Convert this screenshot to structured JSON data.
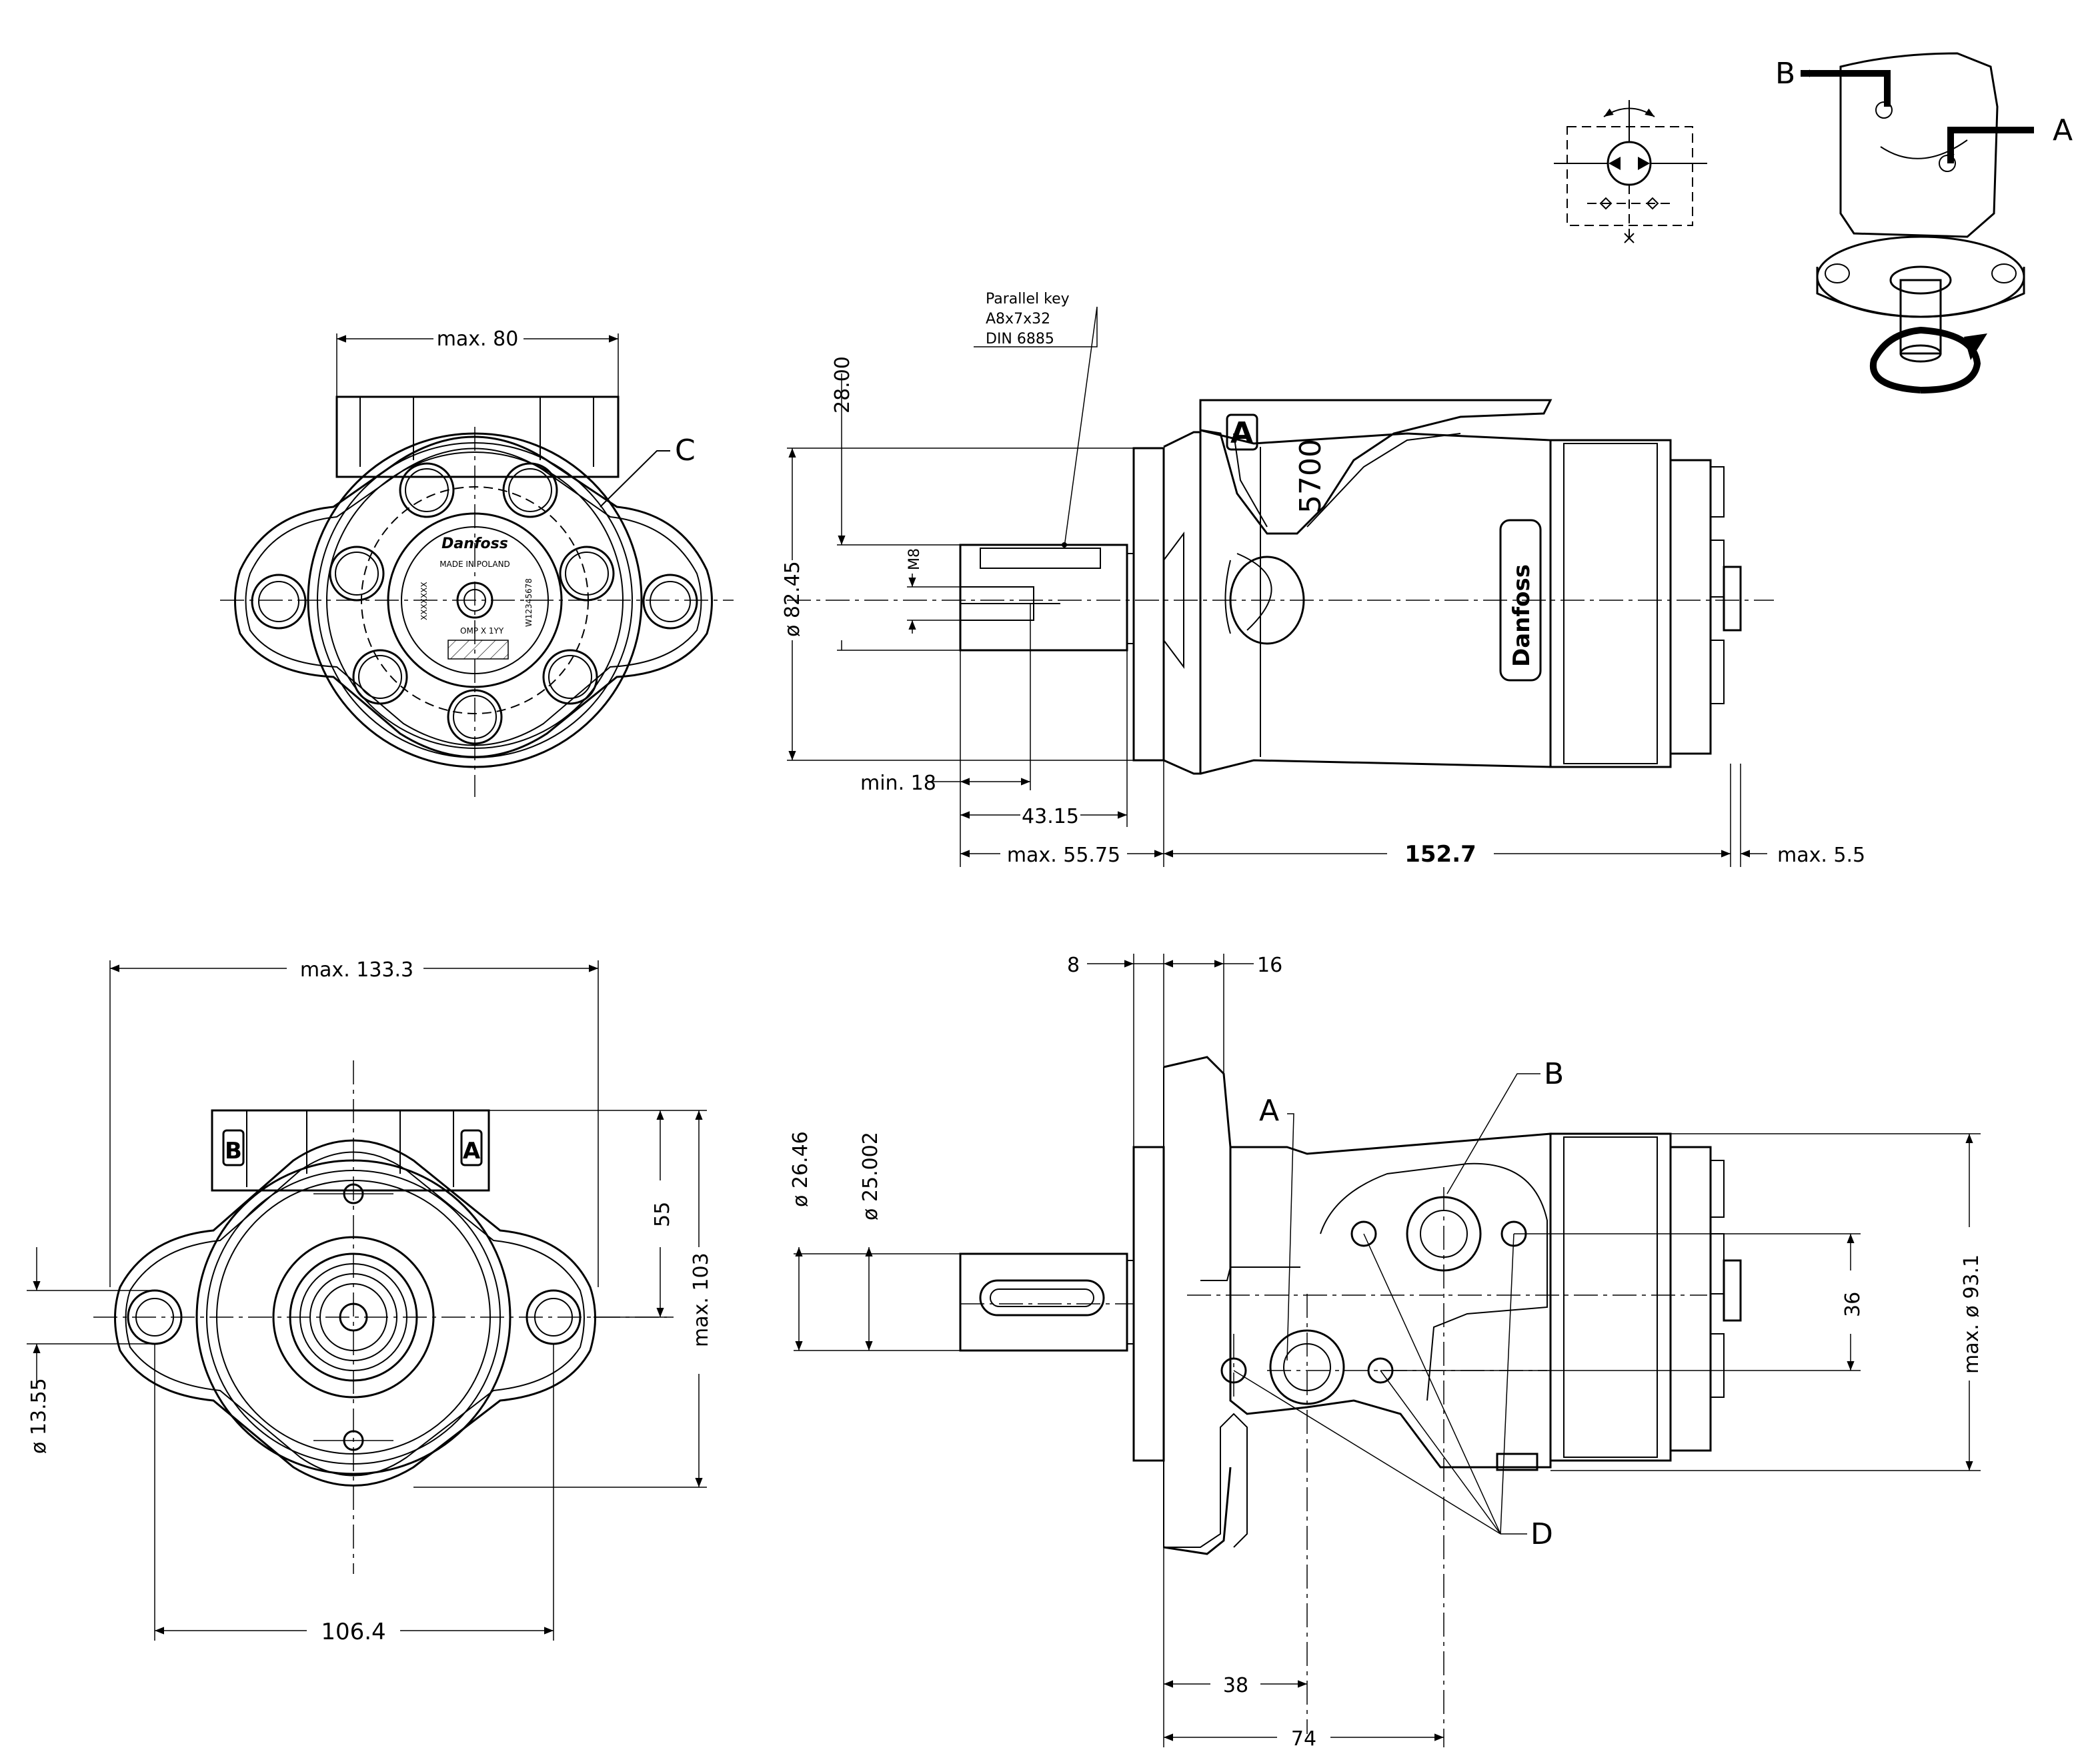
{
  "labels": {
    "callout_c": "C",
    "callout_a": "A",
    "callout_b": "B",
    "callout_d": "D",
    "port_a_mark": "A",
    "port_b_mark": "B",
    "model_number": "5700",
    "brand": "Danfoss",
    "nameplate_made_in": "MADE IN POLAND",
    "nameplate_type": "OMP X 1YY",
    "nameplate_serial": "W12345678",
    "nameplate_code": "XXXXXXX",
    "parallel_key_line1": "Parallel key",
    "parallel_key_line2": "A8x7x32",
    "parallel_key_line3": "DIN 6885",
    "iso_port_b": "B",
    "iso_port_a": "A"
  },
  "dimensions": {
    "max80": "max. 80",
    "d2800": "28.00",
    "d8245": "ø 82.45",
    "m8": "M8",
    "min18": "min. 18",
    "d4315": "43.15",
    "max5575": "max. 55.75",
    "d1527": "152.7",
    "max55": "max. 5.5",
    "max1333": "max. 133.3",
    "d55": "55",
    "max103": "max. 103",
    "d1355": "ø 13.55",
    "d1064": "106.4",
    "d8": "8",
    "d16": "16",
    "d2646": "ø 26.46",
    "d25002": "ø 25.002",
    "d36": "36",
    "max931": "max.  ø  93.1",
    "d38": "38",
    "d74": "74"
  }
}
